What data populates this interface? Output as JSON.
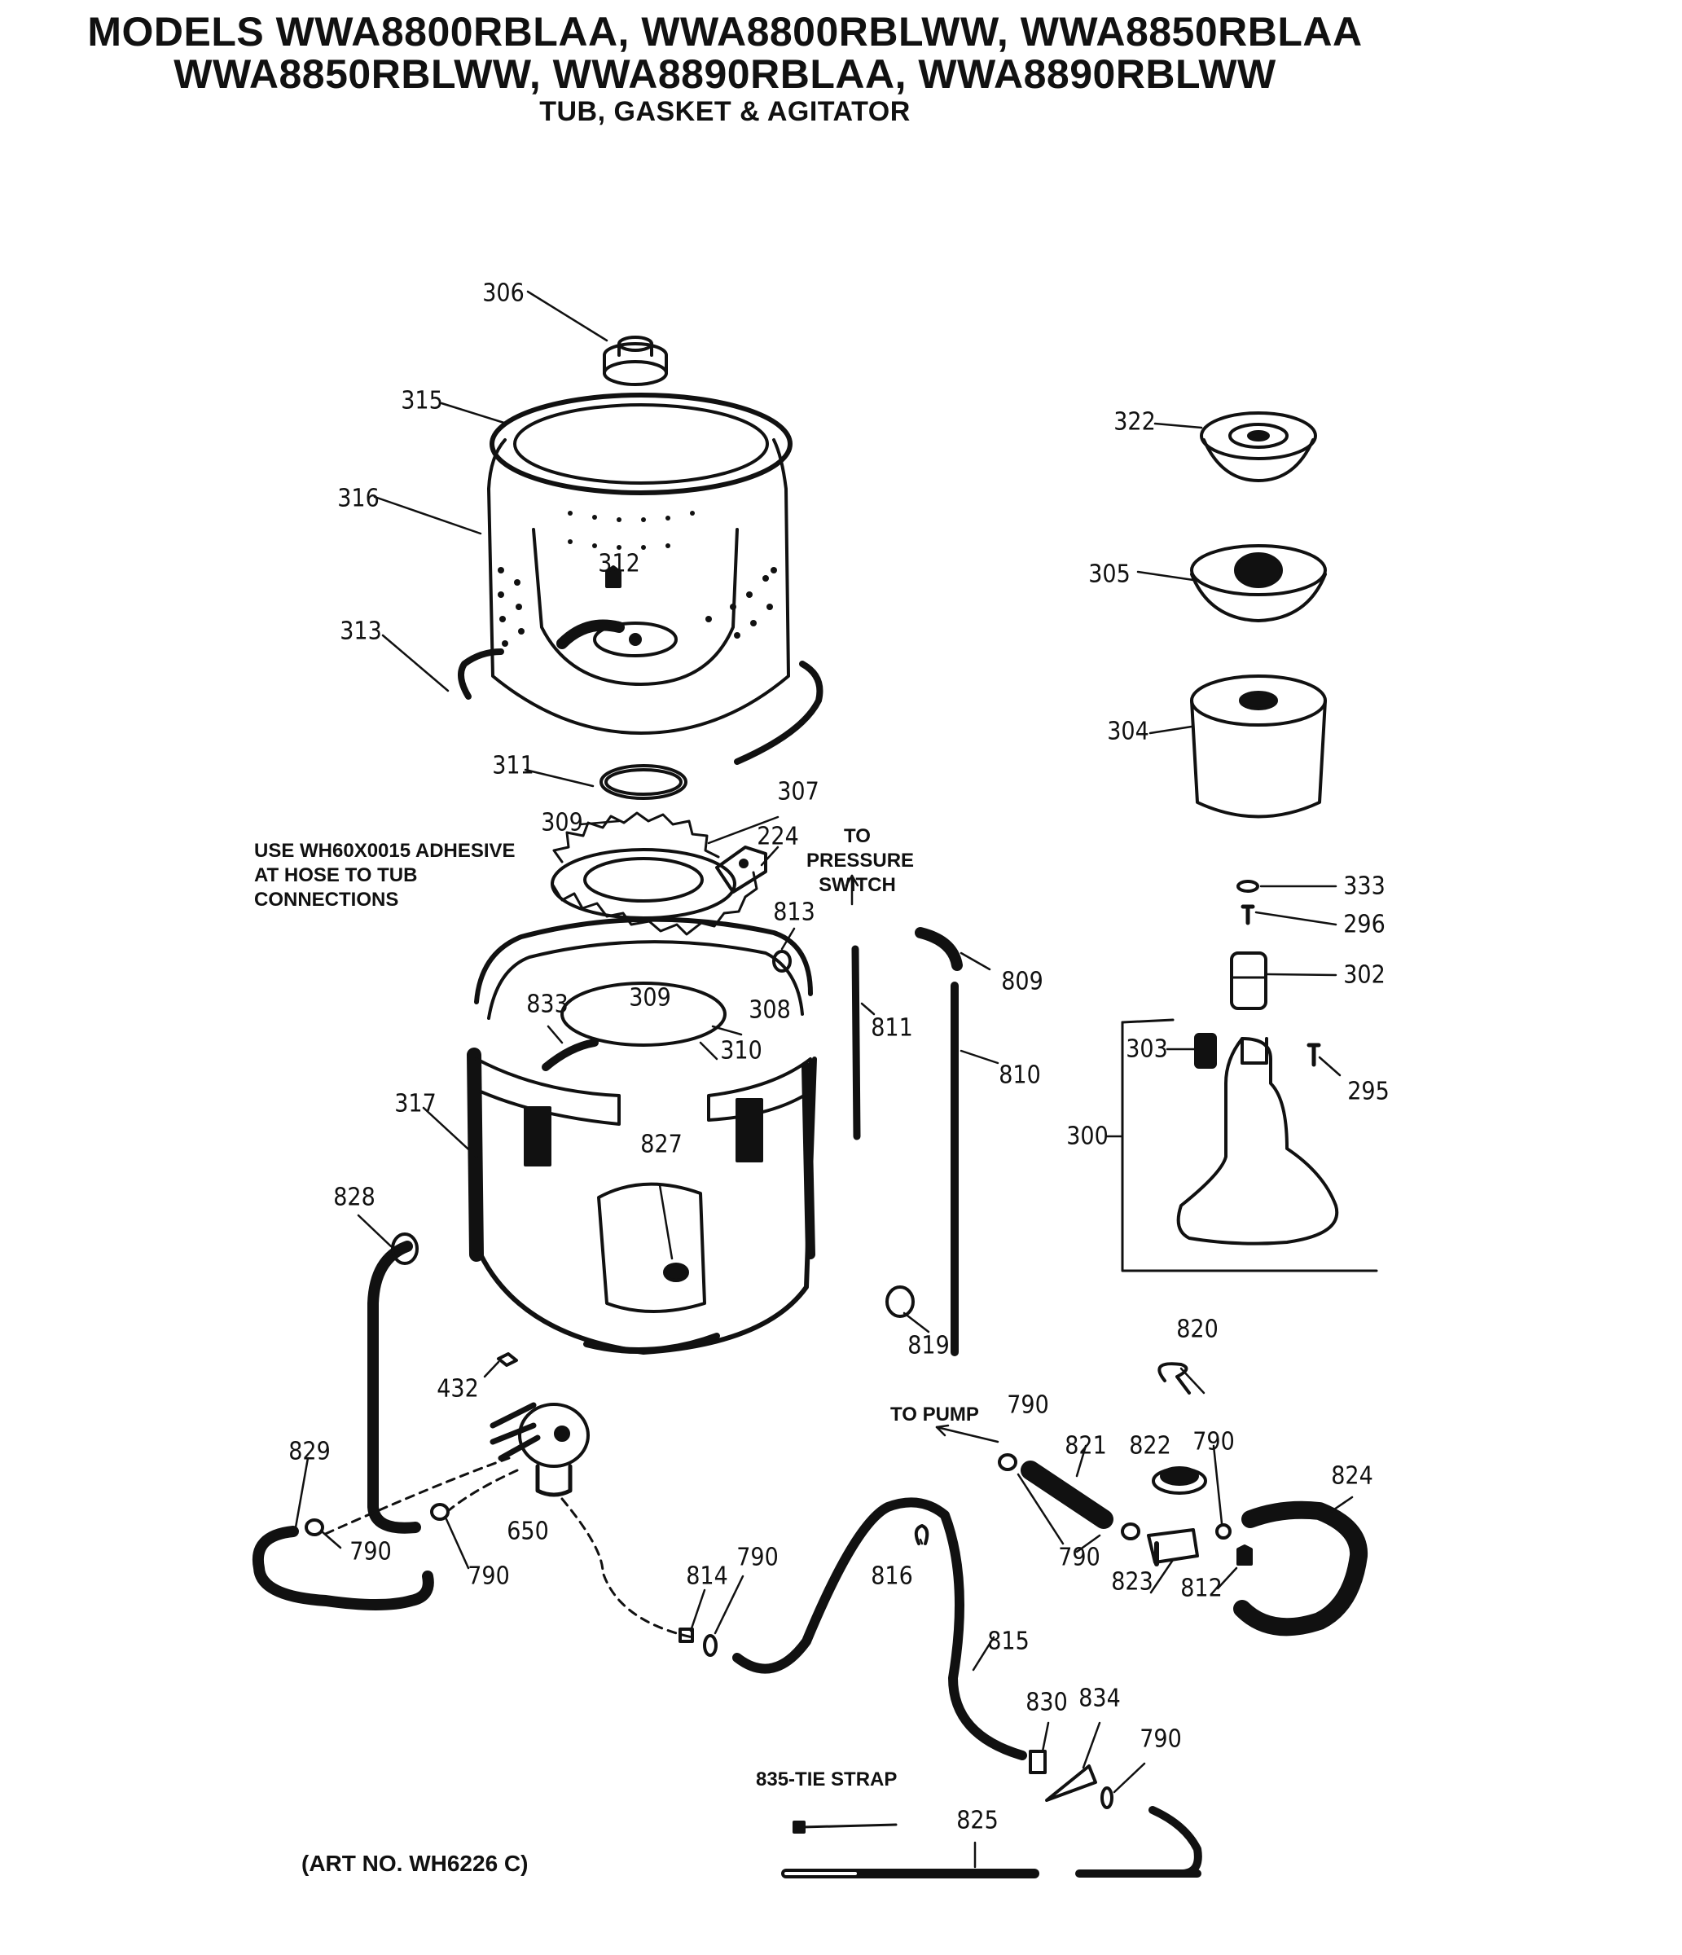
{
  "header": {
    "title_line1": "MODELS WWA8800RBLAA, WWA8800RBLWW, WWA8850RBLAA",
    "title_line2": "WWA8850RBLWW, WWA8890RBLAA, WWA8890RBLWW",
    "subtitle": "TUB, GASKET & AGITATOR"
  },
  "notes": {
    "adhesive": "USE WH60X0015 ADHESIVE AT HOSE TO TUB CONNECTIONS",
    "to_pressure_switch": "TO PRESSURE SWITCH",
    "to_pump": "TO PUMP",
    "tie_strap": "835-TIE STRAP",
    "art_no": "(ART NO. WH6226 C)"
  },
  "parts": [
    {
      "id": "306",
      "label": "306"
    },
    {
      "id": "315",
      "label": "315"
    },
    {
      "id": "316",
      "label": "316"
    },
    {
      "id": "312",
      "label": "312"
    },
    {
      "id": "313",
      "label": "313"
    },
    {
      "id": "311",
      "label": "311"
    },
    {
      "id": "309a",
      "label": "309"
    },
    {
      "id": "307",
      "label": "307"
    },
    {
      "id": "224",
      "label": "224"
    },
    {
      "id": "813",
      "label": "813"
    },
    {
      "id": "833",
      "label": "833"
    },
    {
      "id": "309b",
      "label": "309"
    },
    {
      "id": "308",
      "label": "308"
    },
    {
      "id": "310",
      "label": "310"
    },
    {
      "id": "811",
      "label": "811"
    },
    {
      "id": "809",
      "label": "809"
    },
    {
      "id": "810",
      "label": "810"
    },
    {
      "id": "317",
      "label": "317"
    },
    {
      "id": "827",
      "label": "827"
    },
    {
      "id": "828",
      "label": "828"
    },
    {
      "id": "819",
      "label": "819"
    },
    {
      "id": "432",
      "label": "432"
    },
    {
      "id": "829",
      "label": "829"
    },
    {
      "id": "790a",
      "label": "790"
    },
    {
      "id": "790b",
      "label": "790"
    },
    {
      "id": "650",
      "label": "650"
    },
    {
      "id": "814",
      "label": "814"
    },
    {
      "id": "790c",
      "label": "790"
    },
    {
      "id": "816",
      "label": "816"
    },
    {
      "id": "815",
      "label": "815"
    },
    {
      "id": "790d",
      "label": "790"
    },
    {
      "id": "821",
      "label": "821"
    },
    {
      "id": "822",
      "label": "822"
    },
    {
      "id": "790e",
      "label": "790"
    },
    {
      "id": "790f",
      "label": "790"
    },
    {
      "id": "823",
      "label": "823"
    },
    {
      "id": "812",
      "label": "812"
    },
    {
      "id": "824",
      "label": "824"
    },
    {
      "id": "820",
      "label": "820"
    },
    {
      "id": "830",
      "label": "830"
    },
    {
      "id": "834",
      "label": "834"
    },
    {
      "id": "790g",
      "label": "790"
    },
    {
      "id": "825",
      "label": "825"
    },
    {
      "id": "322",
      "label": "322"
    },
    {
      "id": "305",
      "label": "305"
    },
    {
      "id": "304",
      "label": "304"
    },
    {
      "id": "333",
      "label": "333"
    },
    {
      "id": "296",
      "label": "296"
    },
    {
      "id": "302",
      "label": "302"
    },
    {
      "id": "303",
      "label": "303"
    },
    {
      "id": "295",
      "label": "295"
    },
    {
      "id": "300",
      "label": "300"
    }
  ]
}
